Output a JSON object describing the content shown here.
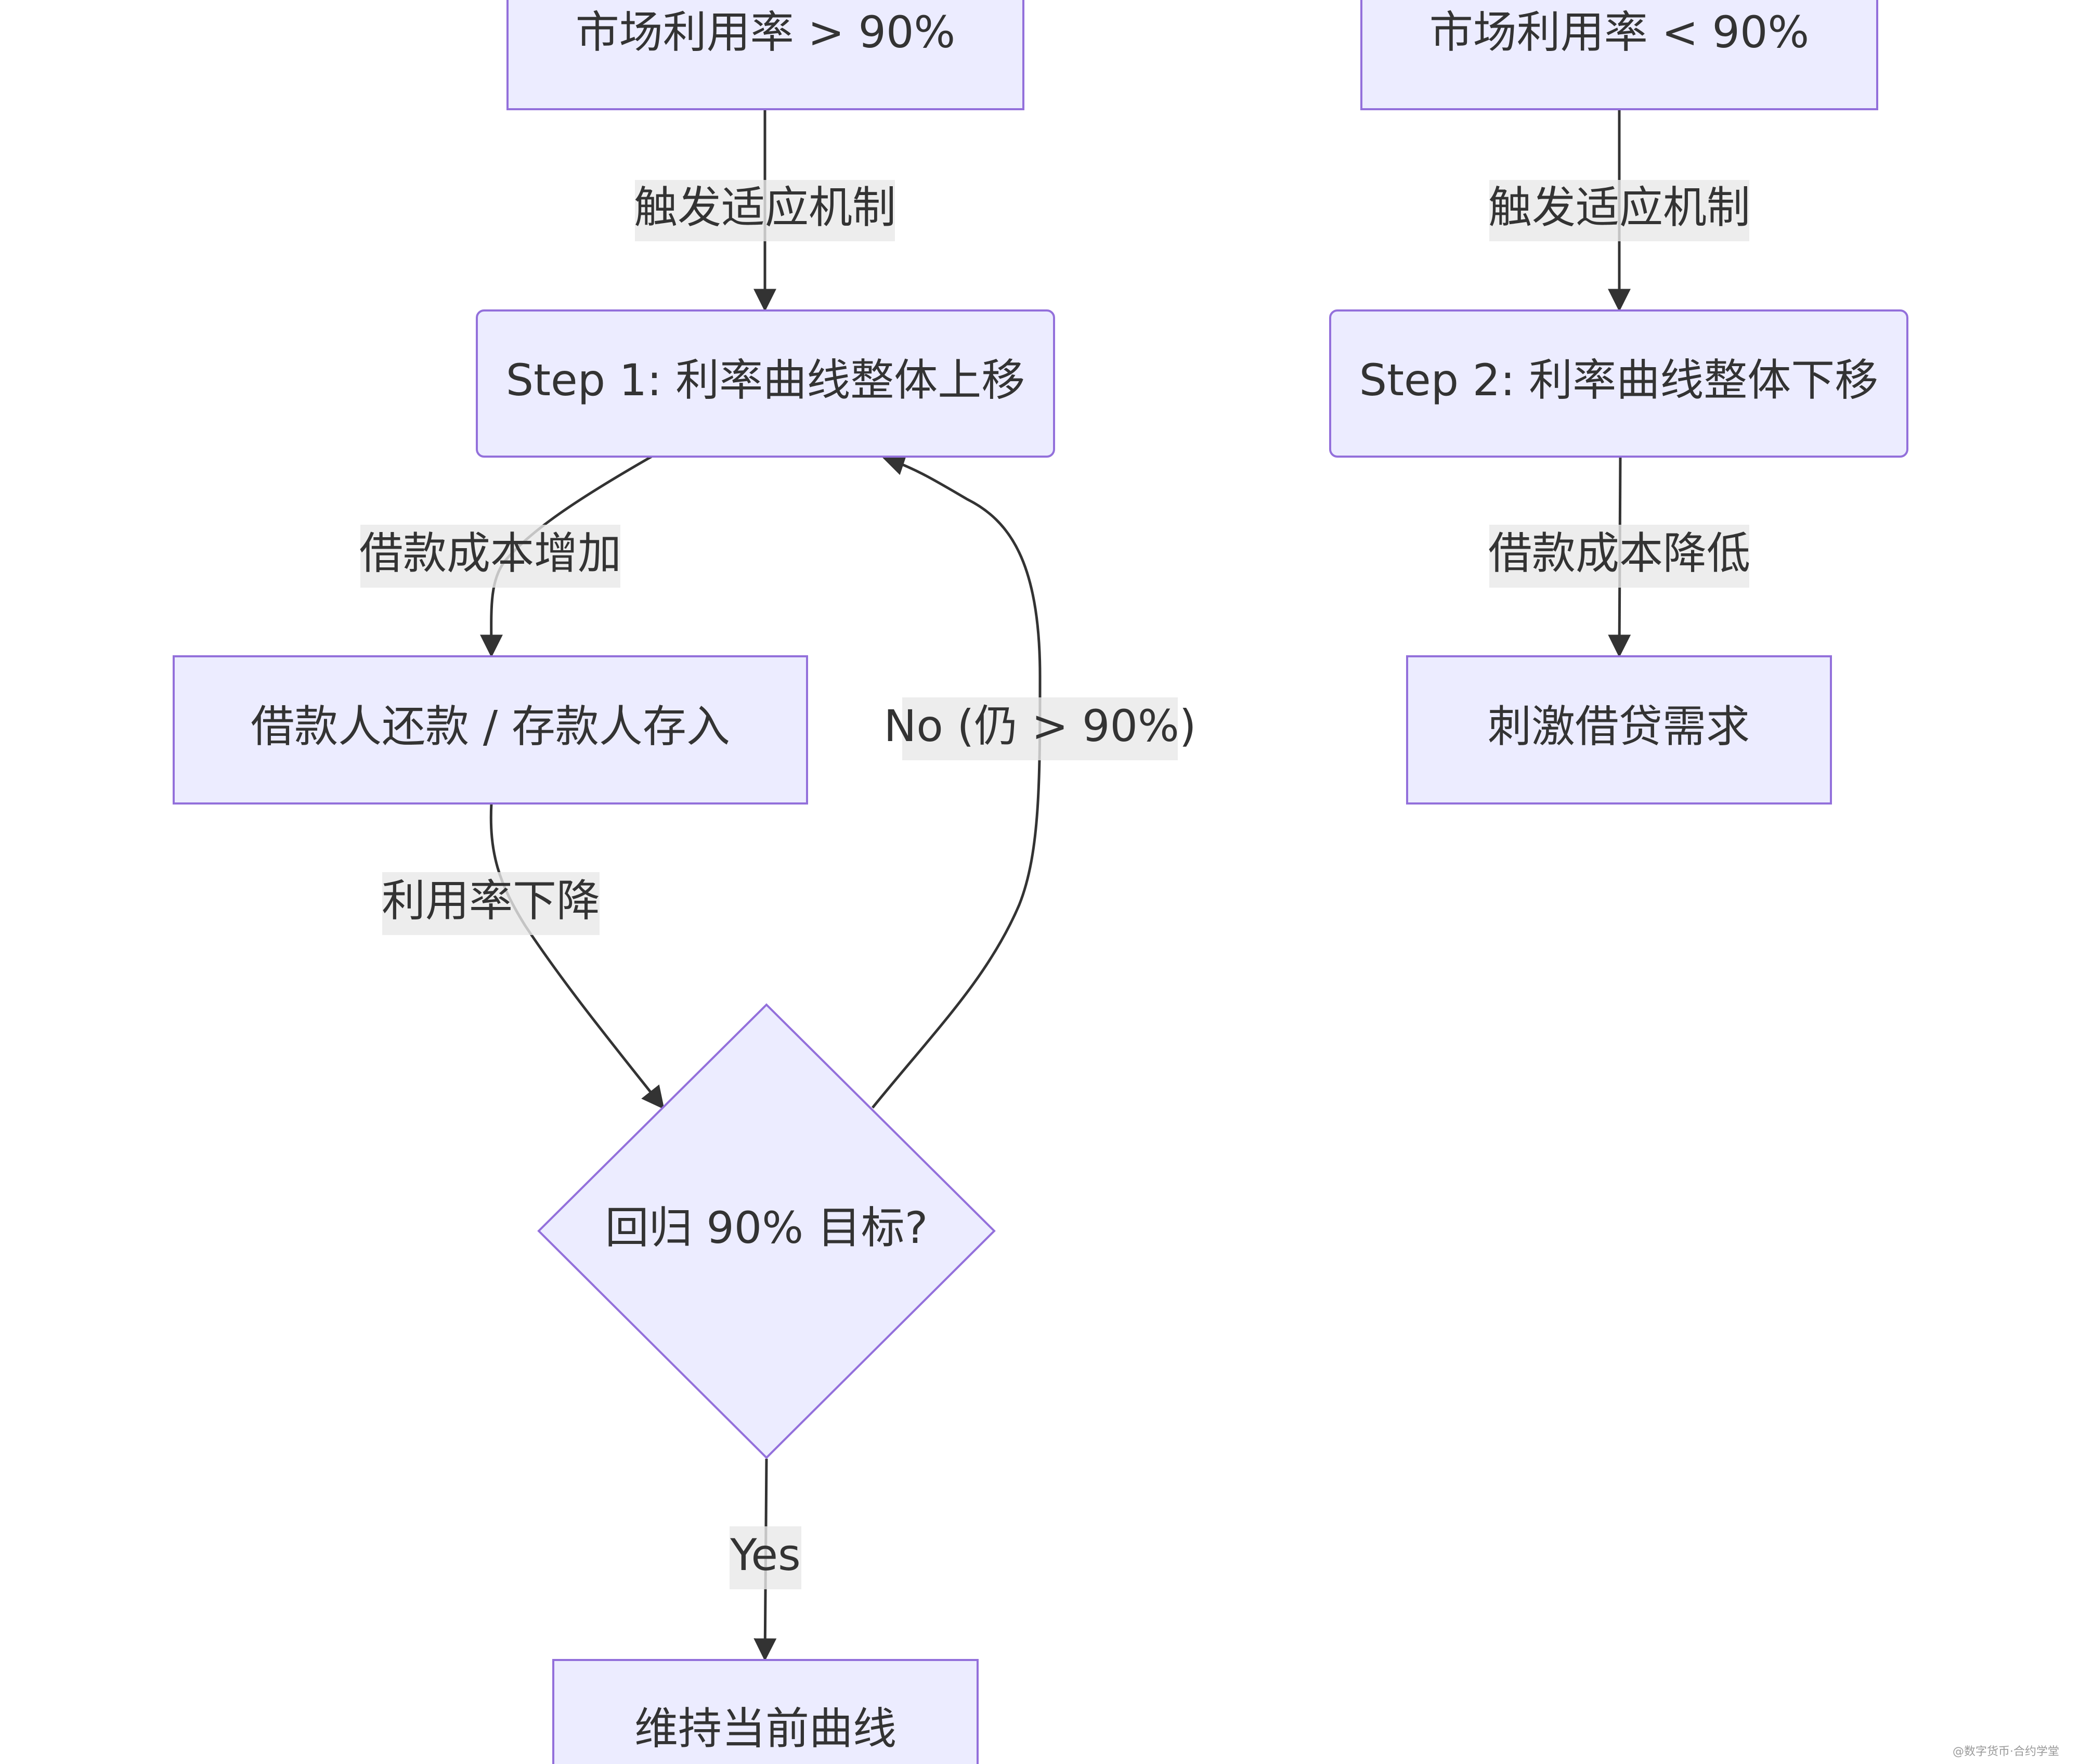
{
  "diagram": {
    "type": "flowchart",
    "nodes": {
      "util_high": "市场利用率 > 90%",
      "util_low": "市场利用率 < 90%",
      "step1": "Step 1: 利率曲线整体上移",
      "step2": "Step 2: 利率曲线整体下移",
      "repay": "借款人还款 / 存款人存入",
      "stimulate": "刺激借贷需求",
      "decision": "回归 90% 目标?",
      "maintain": "维持当前曲线"
    },
    "edges": {
      "trigger_left": "触发适应机制",
      "trigger_right": "触发适应机制",
      "cost_up": "借款成本增加",
      "cost_down": "借款成本降低",
      "util_drop": "利用率下降",
      "no_loop": "No (仍 > 90%)",
      "yes": "Yes"
    },
    "colors": {
      "node_fill": "#ECECFF",
      "node_stroke": "#9370DB",
      "edge": "#333333",
      "label_bg": "#E8E8E8"
    },
    "watermark": "@数字货币·合约学堂"
  }
}
